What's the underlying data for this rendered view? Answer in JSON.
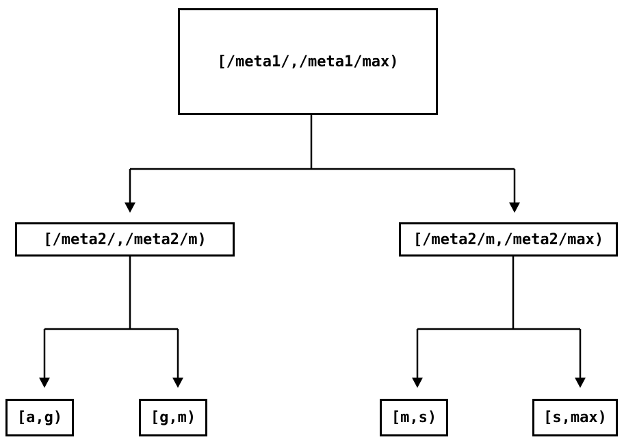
{
  "diagram": {
    "type": "tree",
    "nodes": [
      {
        "id": "root",
        "label": "[/meta1/,/meta1/max)"
      },
      {
        "id": "left",
        "label": "[/meta2/,/meta2/m)"
      },
      {
        "id": "right",
        "label": "[/meta2/m,/meta2/max)"
      },
      {
        "id": "leaf-ag",
        "label": "[a,g)"
      },
      {
        "id": "leaf-gm",
        "label": "[g,m)"
      },
      {
        "id": "leaf-ms",
        "label": "[m,s)"
      },
      {
        "id": "leaf-smax",
        "label": "[s,max)"
      }
    ],
    "edges": [
      {
        "from": "root",
        "to": "left"
      },
      {
        "from": "root",
        "to": "right"
      },
      {
        "from": "left",
        "to": "leaf-ag"
      },
      {
        "from": "left",
        "to": "leaf-gm"
      },
      {
        "from": "right",
        "to": "leaf-ms"
      },
      {
        "from": "right",
        "to": "leaf-smax"
      }
    ],
    "colors": {
      "background": "#ffffff",
      "line": "#000000",
      "box_border": "#000000",
      "text": "#000000"
    }
  }
}
